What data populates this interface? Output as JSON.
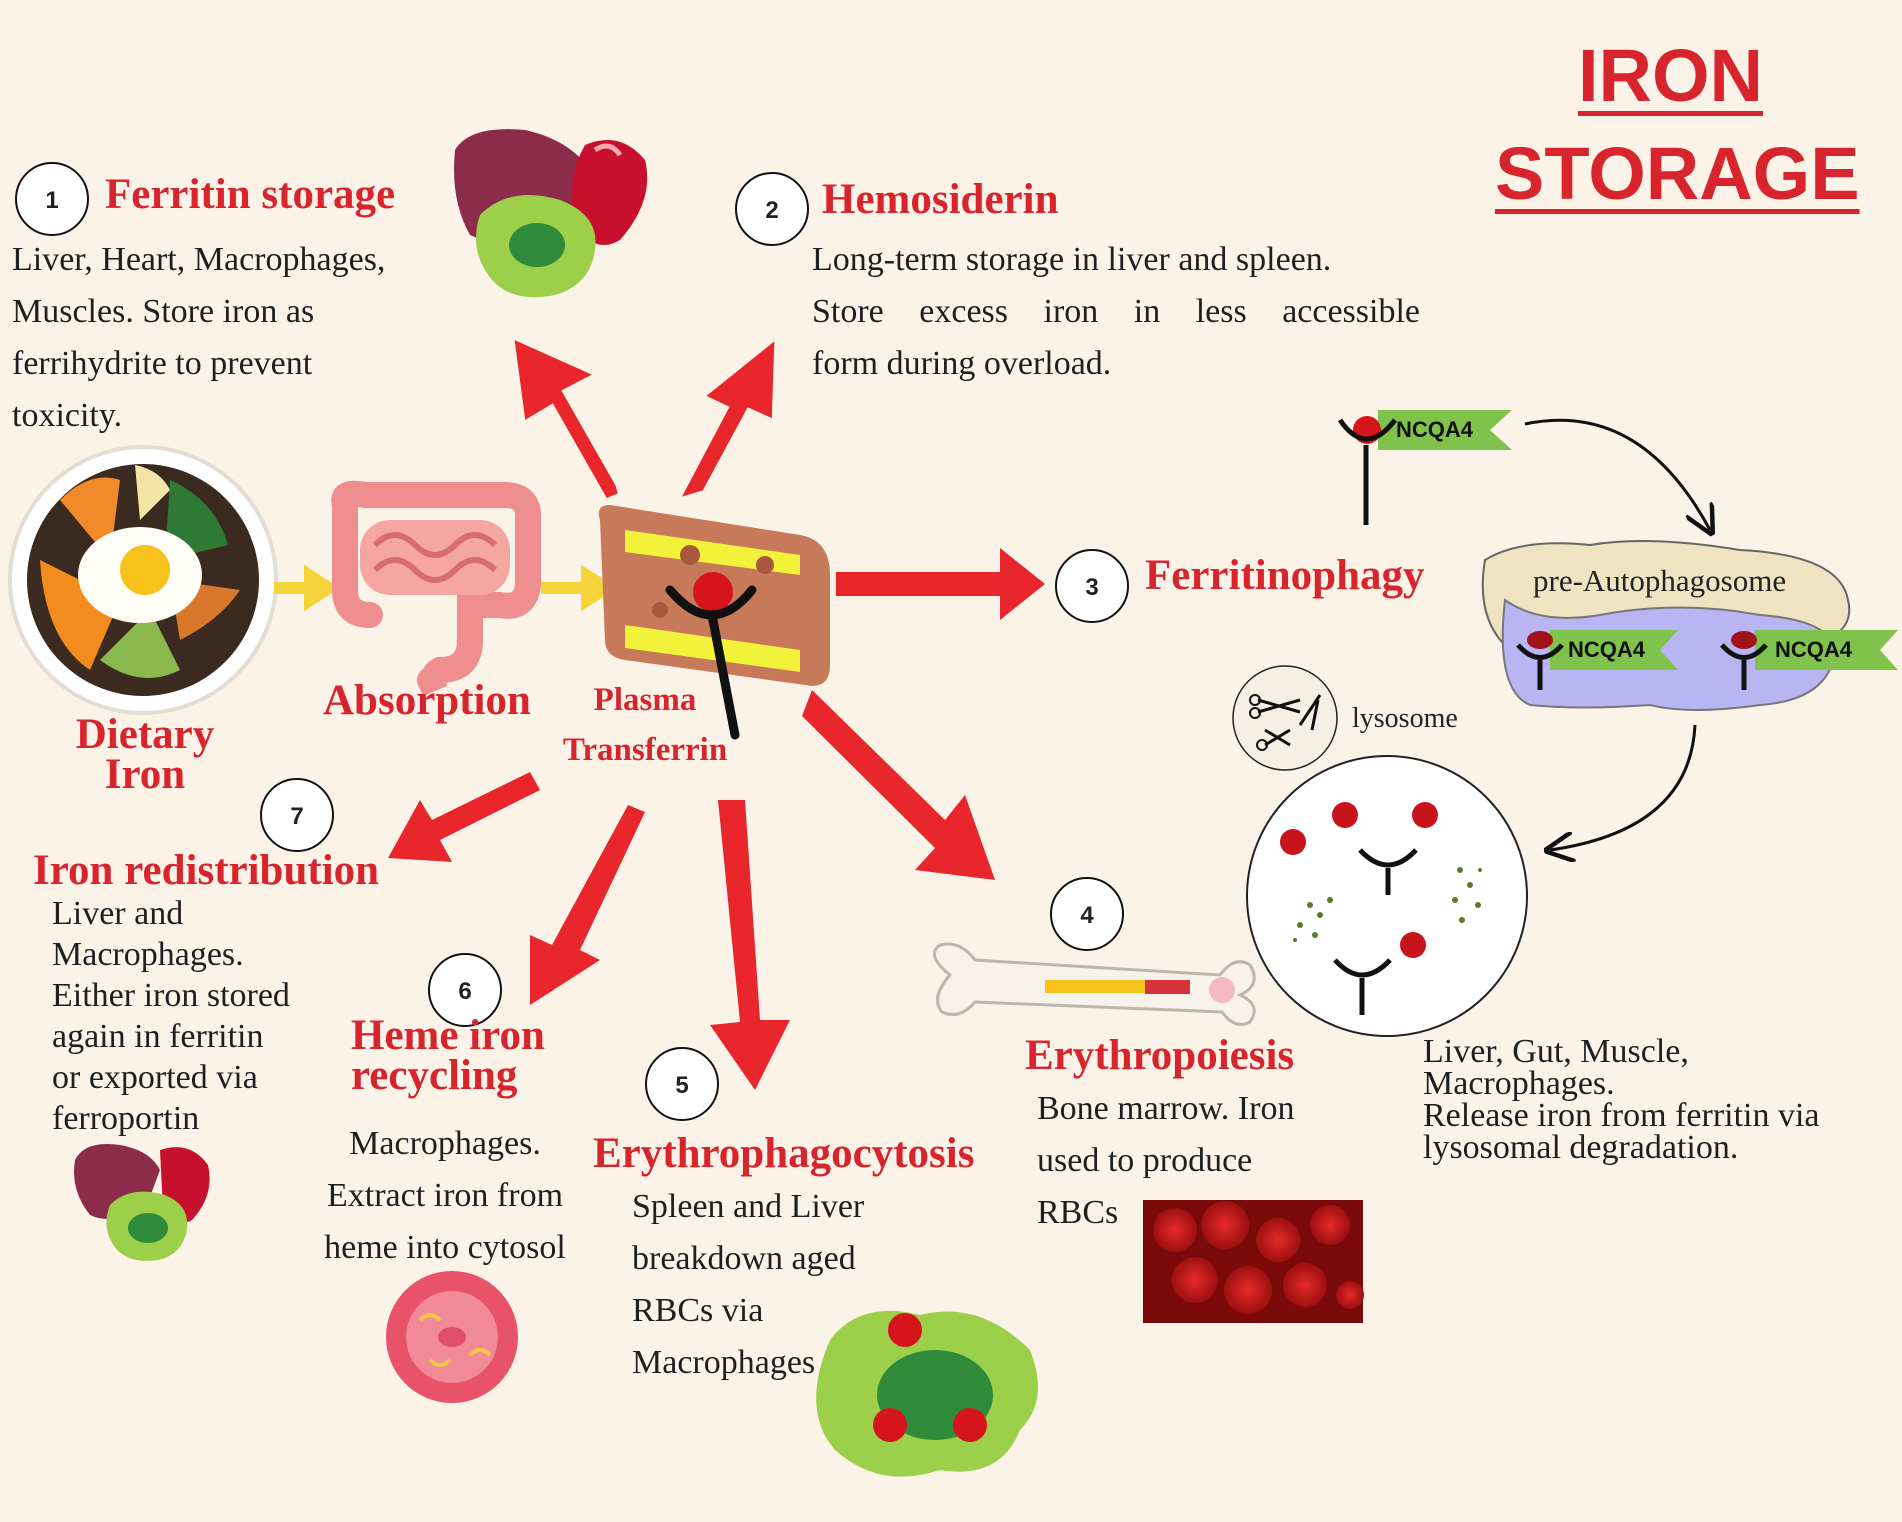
{
  "title": {
    "line1": "IRON",
    "line2": "STORAGE"
  },
  "source": {
    "dietary": {
      "line1": "Dietary",
      "line2": "Iron"
    },
    "absorption": "Absorption",
    "transport": {
      "line1": "Plasma",
      "line2": "Transferrin"
    }
  },
  "stages": [
    {
      "number": "1",
      "heading": "Ferritin storage",
      "lines": [
        "Liver, Heart, Macrophages,",
        "Muscles. Store iron as",
        "ferrihydrite to prevent",
        "toxicity."
      ]
    },
    {
      "number": "2",
      "heading": "Hemosiderin",
      "lines": [
        "Long-term storage in liver and spleen.",
        "Store excess iron in less accessible",
        "form during overload."
      ]
    },
    {
      "number": "3",
      "heading": "Ferritinophagy",
      "lines": [
        "Liver, Gut, Muscle,",
        "Macrophages.",
        "Release iron from ferritin via",
        "lysosomal degradation."
      ]
    },
    {
      "number": "4",
      "heading": "Erythropoiesis",
      "lines": [
        "Bone marrow. Iron",
        "used to produce",
        "RBCs"
      ]
    },
    {
      "number": "5",
      "heading": "Erythrophagocytosis",
      "lines": [
        "Spleen and Liver",
        "breakdown aged",
        "RBCs via",
        "Macrophages"
      ]
    },
    {
      "number": "6",
      "heading": "Heme iron recycling",
      "heading_lines": [
        "Heme iron",
        "recycling"
      ],
      "lines": [
        "Macrophages.",
        "Extract iron from",
        "heme into cytosol"
      ]
    },
    {
      "number": "7",
      "heading": "Iron redistribution",
      "lines": [
        "Liver and",
        "Macrophages.",
        "Either iron stored",
        "again in ferritin",
        "or exported via",
        "ferroportin"
      ]
    }
  ],
  "ferritinophagy_panel": {
    "receptor_tag": "NCQA4",
    "pre_autophagosome": "pre-Autophagosome",
    "lysosome": "lysosome"
  },
  "colors": {
    "background": "#fcf3e8",
    "heading_red": "#d8252d",
    "arrow_red": "#e8262c",
    "absorption_arrow": "#f5d33a",
    "tag_green": "#7fc24c",
    "autophagosome_purple": "#b9b4f2",
    "autophagosome_cream": "#efe3c2"
  },
  "icons": [
    "dietary-bowl-icon",
    "intestine-icon",
    "blood-vessel-icon",
    "liver-heart-macrophage-icon",
    "bone-icon",
    "red-blood-cells-icon",
    "macrophage-icon",
    "heme-cell-icon",
    "scissors-icon"
  ]
}
